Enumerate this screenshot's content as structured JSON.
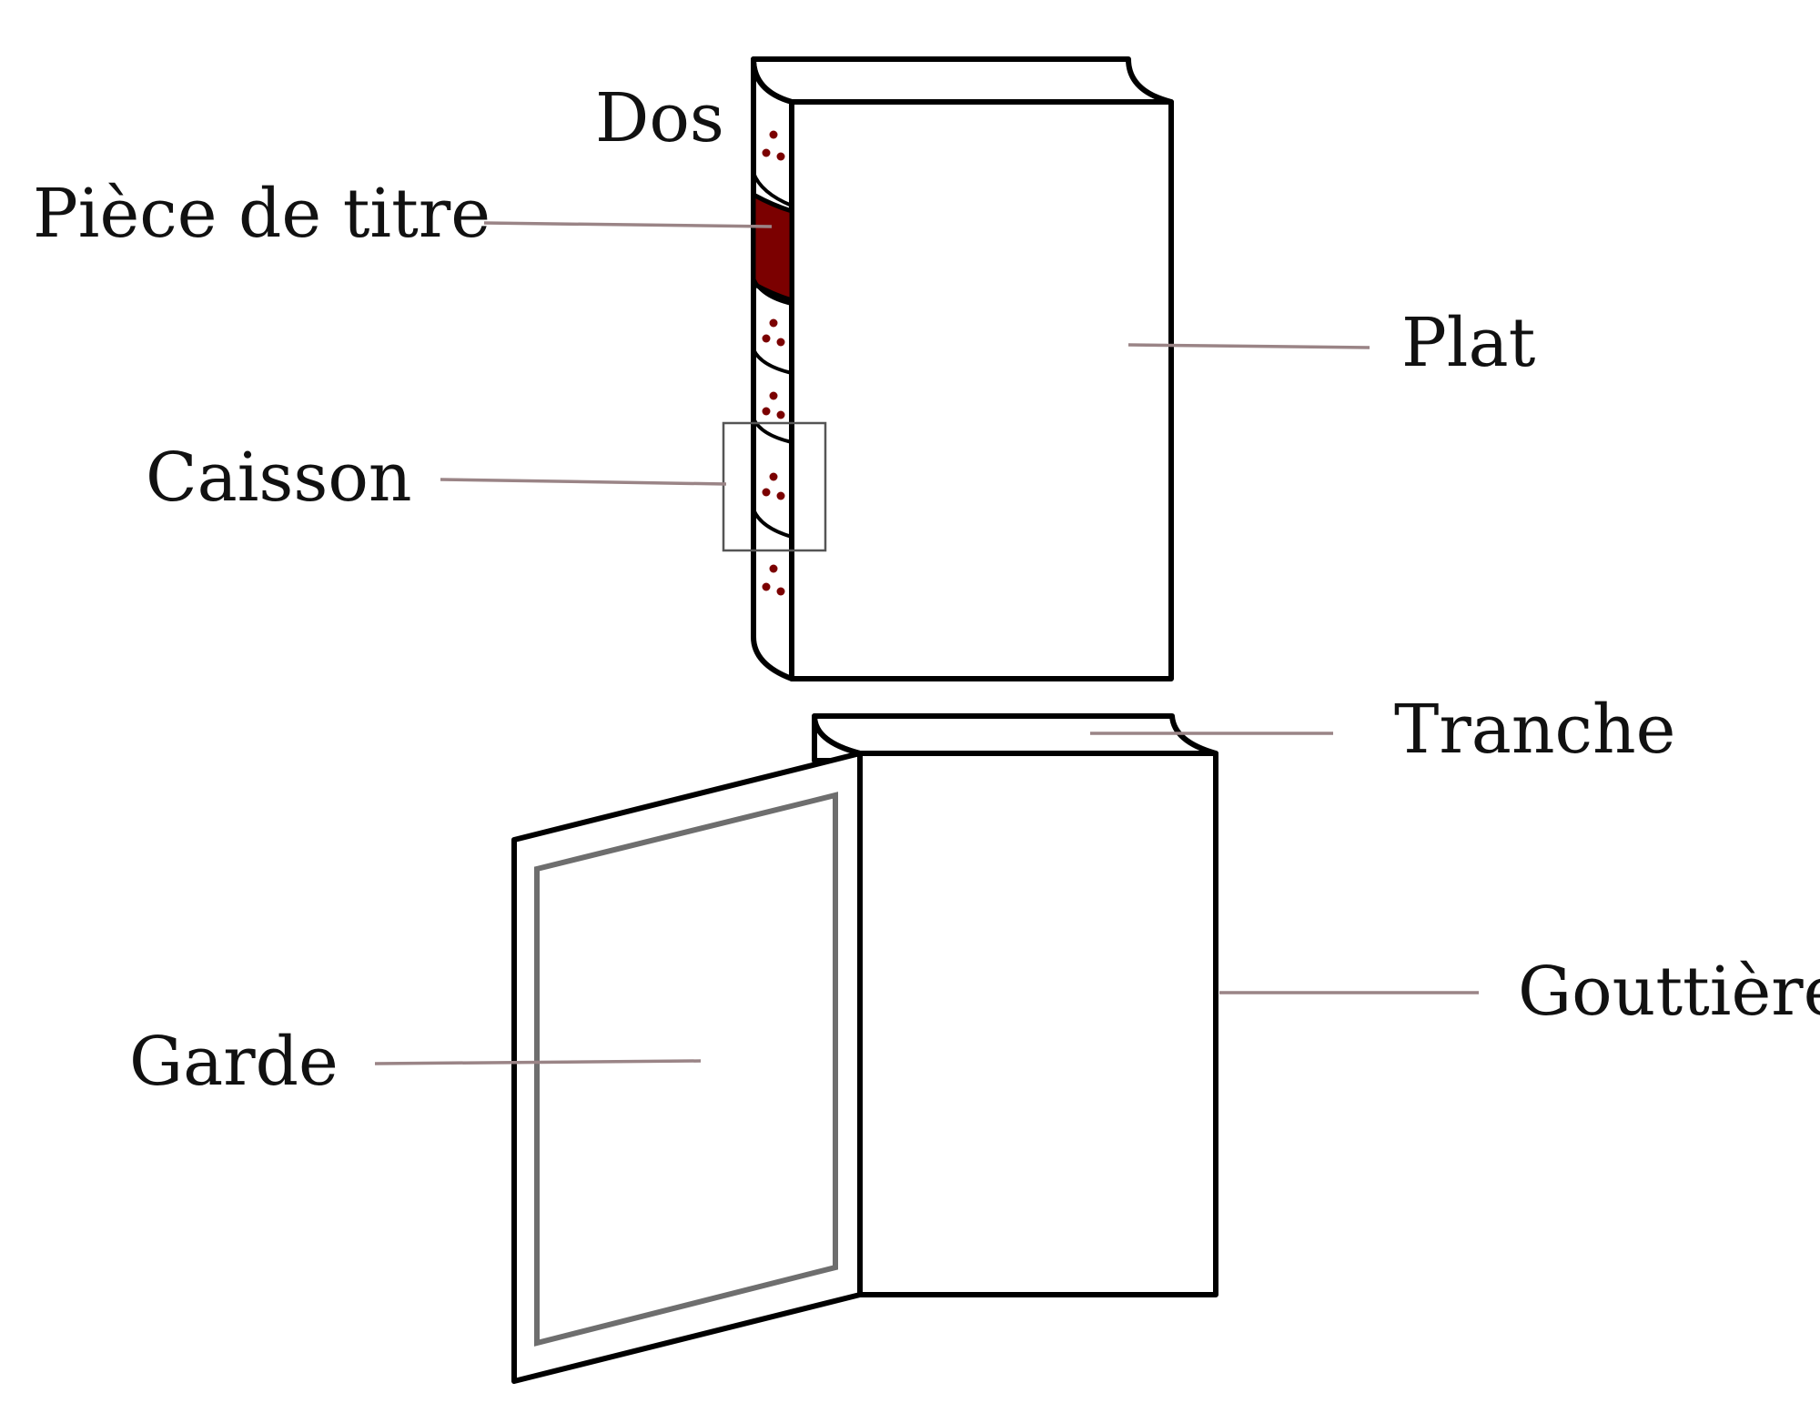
{
  "diagram": {
    "labels": {
      "dos": "Dos",
      "piece_de_titre": "Pièce de titre",
      "caisson": "Caisson",
      "plat": "Plat",
      "tranche": "Tranche",
      "gouttiere": "Gouttière",
      "garde": "Garde"
    },
    "colors": {
      "title_piece": "#7b0000",
      "dots": "#7b0000",
      "leader": "#9a8486"
    }
  }
}
